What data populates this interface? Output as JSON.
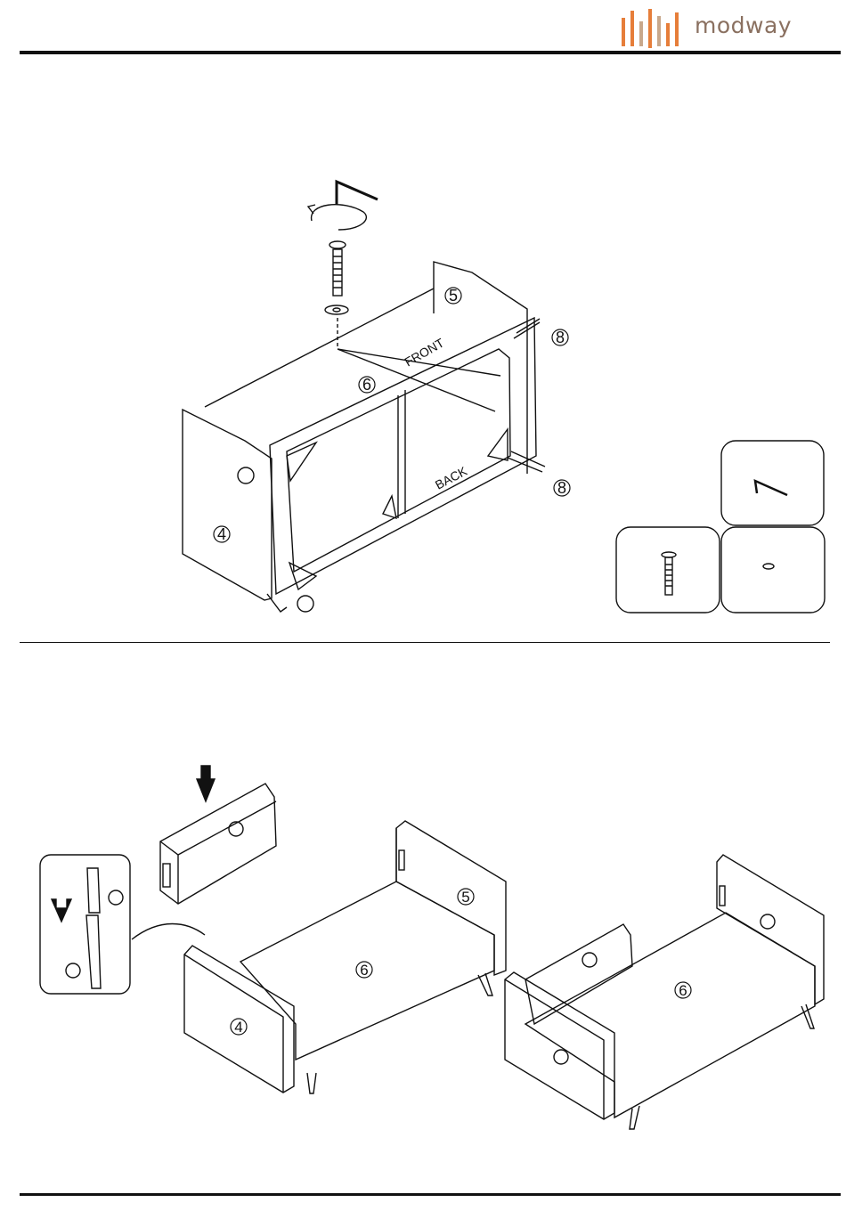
{
  "header": {
    "brand": "modway",
    "logo_colors": {
      "orange": "#e67e3a",
      "taupe": "#c8a88c",
      "text": "#8a7060"
    }
  },
  "step1": {
    "labels": {
      "front": "FRONT",
      "back": "BACK",
      "part_left_arm": "4",
      "part_right_arm": "5",
      "part_seat": "6",
      "part_leg_a": "8",
      "part_leg_b": "8"
    },
    "hardware_icons": [
      "allen-key-icon",
      "bolt-icon",
      "washer-icon"
    ]
  },
  "step2": {
    "labels": {
      "part_seat_left": "6",
      "part_left_arm": "4",
      "part_right_arm": "5",
      "part_seat_right": "6"
    }
  }
}
